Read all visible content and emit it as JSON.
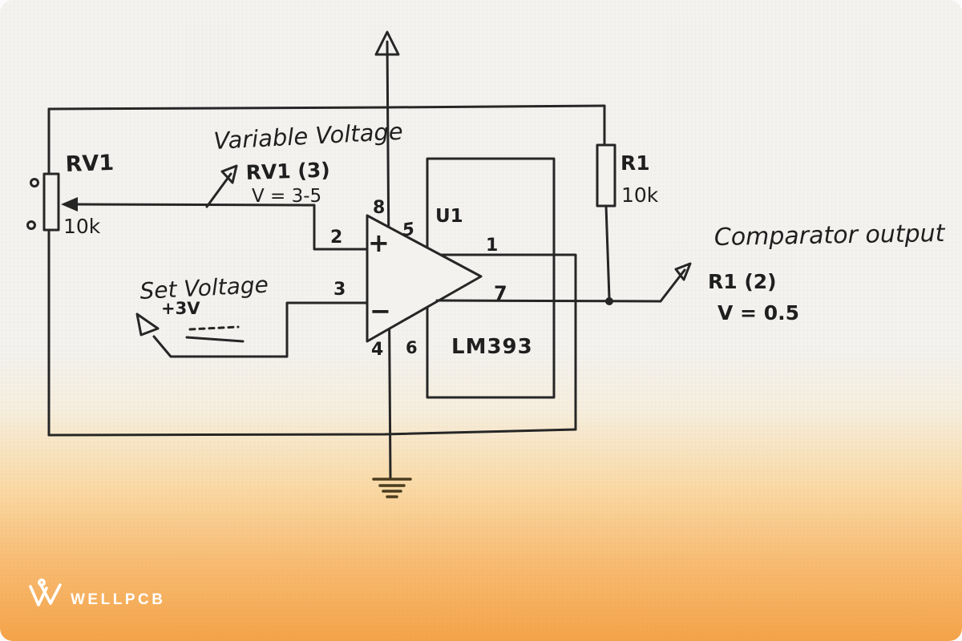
{
  "colors": {
    "ink": "#262626",
    "paper": "#f3f2ef",
    "orange_bottom": "#f5a348",
    "logo_color": "#ffffff"
  },
  "schematic": {
    "potentiometer": {
      "ref": "RV1",
      "value": "10k"
    },
    "resistor": {
      "ref": "R1",
      "value": "10k"
    },
    "ic": {
      "designator": "U1",
      "part": "LM393"
    },
    "opamp": {
      "noninverting": "+",
      "inverting": "−"
    },
    "pins": {
      "p1": "1",
      "p2": "2",
      "p3": "3",
      "p4": "4",
      "p5": "5",
      "p6": "6",
      "p7": "7",
      "p8": "8"
    },
    "annotations": {
      "variable_voltage": {
        "title": "Variable Voltage",
        "ref": "RV1 (3)",
        "value": "V = 3-5"
      },
      "set_voltage": {
        "title": "Set Voltage",
        "value": "+3V"
      },
      "comparator_output": {
        "title": "Comparator output",
        "ref": "R1 (2)",
        "value": "V = 0.5"
      }
    }
  },
  "branding": {
    "logo_text": "WELLPCB"
  }
}
